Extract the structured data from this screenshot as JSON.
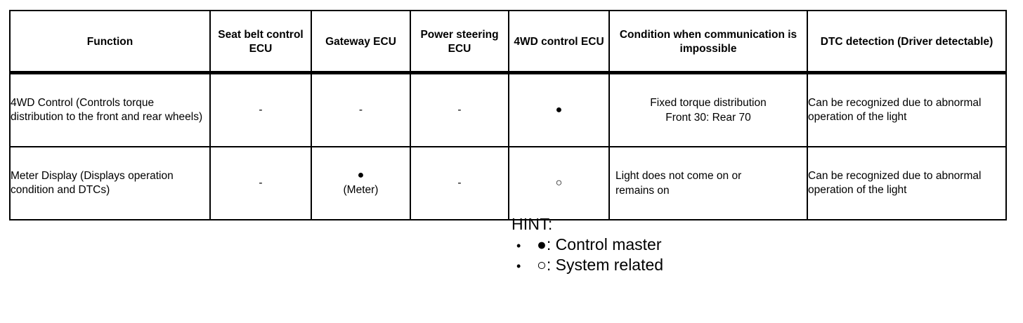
{
  "table": {
    "columns": [
      {
        "key": "function",
        "label": "Function"
      },
      {
        "key": "seat_belt",
        "label": "Seat belt control ECU"
      },
      {
        "key": "gateway",
        "label": "Gateway ECU"
      },
      {
        "key": "power_steering",
        "label": "Power steering ECU"
      },
      {
        "key": "fwd",
        "label": "4WD control ECU"
      },
      {
        "key": "condition",
        "label": "Condition when communication is impossible"
      },
      {
        "key": "dtc",
        "label": "DTC detection (Driver detectable)"
      }
    ],
    "rows": [
      {
        "function": "4WD Control (Controls torque distribution to the front and rear wheels)",
        "seat_belt": "-",
        "gateway": "-",
        "power_steering": "-",
        "fwd_symbol": "●",
        "fwd_note": "",
        "condition_line1": "Fixed torque distribution",
        "condition_line2": "Front 30: Rear 70",
        "dtc": "Can be recognized due to abnormal operation of the light"
      },
      {
        "function": "Meter Display (Displays operation condition and DTCs)",
        "seat_belt": "-",
        "gateway_symbol": "●",
        "gateway_note": "(Meter)",
        "power_steering": "-",
        "fwd_symbol": "○",
        "fwd_note": "",
        "condition_line1": "Light does not come on or",
        "condition_line2": "remains on",
        "dtc": "Can be recognized due to abnormal operation of the light"
      }
    ]
  },
  "hint": {
    "title": "HINT:",
    "bullet_glyph": "•",
    "items": [
      {
        "symbol": "●",
        "text": "●: Control master"
      },
      {
        "symbol": "○",
        "text": "○: System related"
      }
    ]
  },
  "colors": {
    "text": "#000000",
    "background": "#ffffff",
    "border": "#000000"
  }
}
